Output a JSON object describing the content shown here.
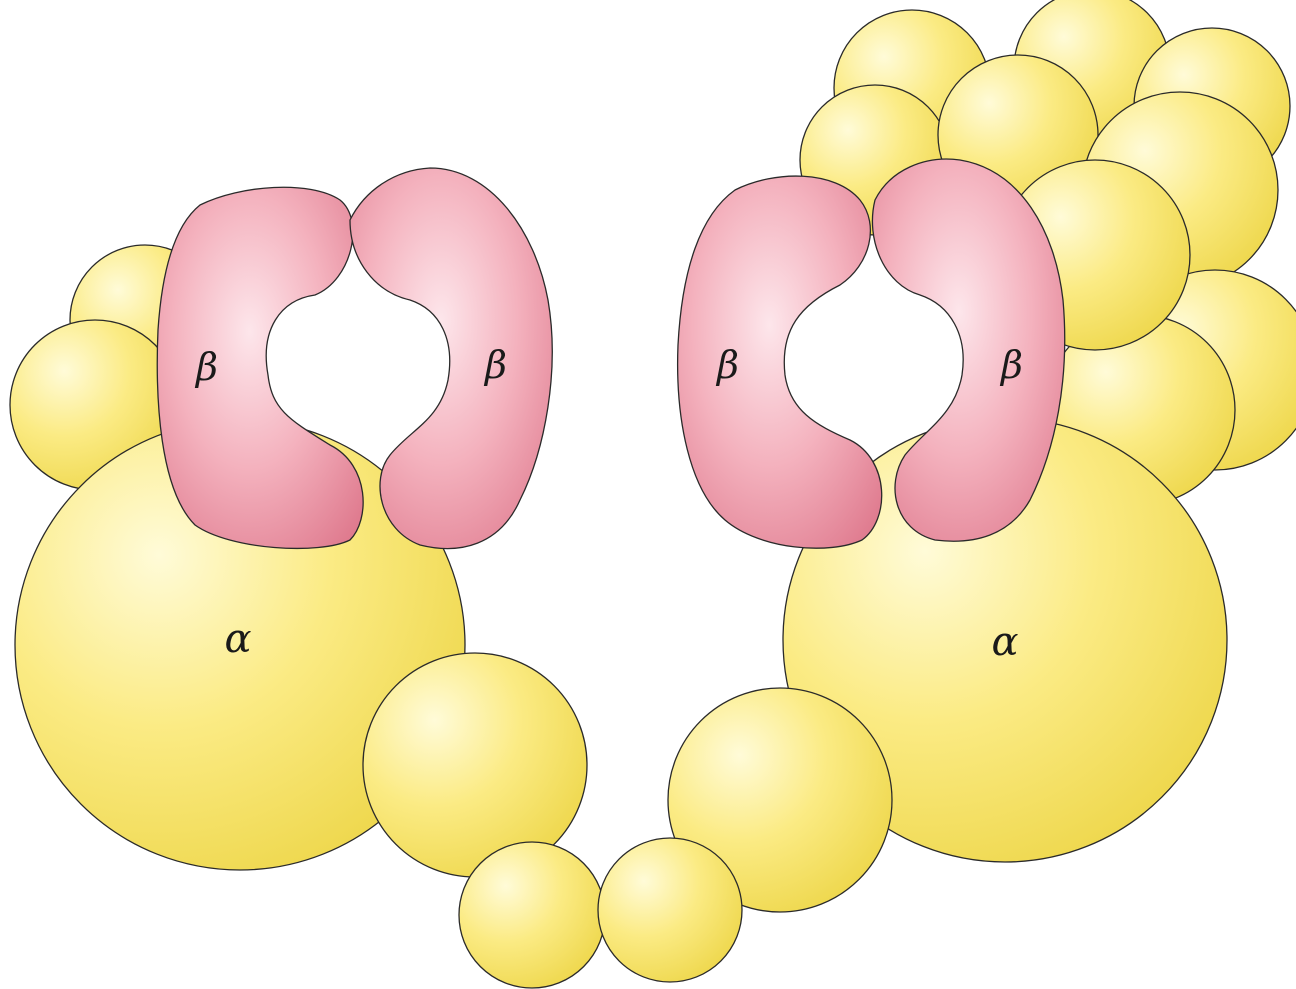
{
  "labels": {
    "left_alpha": "α",
    "right_alpha": "α",
    "beta_1": "β",
    "beta_2": "β",
    "beta_3": "β",
    "beta_4": "β"
  },
  "colors": {
    "yellow_light": "#fffad0",
    "yellow_mid": "#f8e870",
    "yellow_dark": "#e9cf3a",
    "pink_light": "#fbdce3",
    "pink_mid": "#f2a5b3",
    "pink_dark": "#e07d91",
    "outline": "#2a2a2a"
  }
}
